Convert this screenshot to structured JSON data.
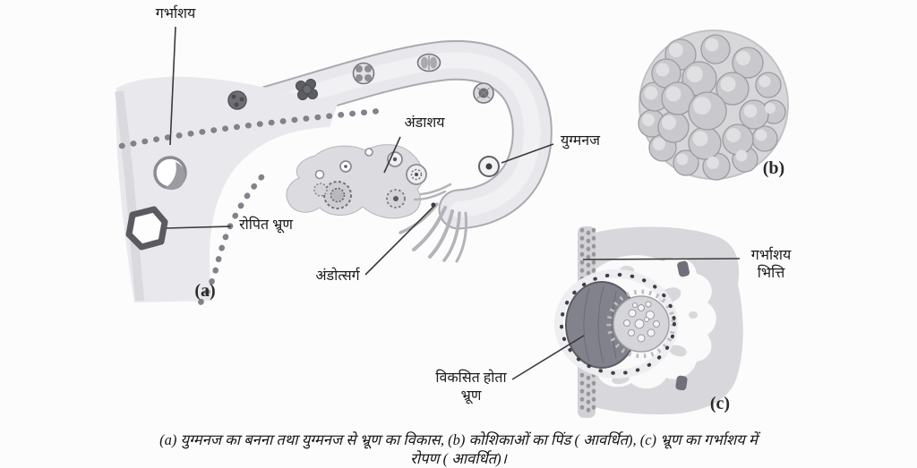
{
  "figure": {
    "panel_a": {
      "tag": "(a)",
      "labels": {
        "uterus": "गर्भाशय",
        "ovary": "अंडाशय",
        "zygote": "युग्मनज",
        "implanted_embryo": "रोपित भ्रूण",
        "ovulation": "अंडोत्सर्ग"
      }
    },
    "panel_b": {
      "tag": "(b)"
    },
    "panel_c": {
      "tag": "(c)",
      "labels": {
        "uterine_wall_line1": "गर्भाशय",
        "uterine_wall_line2": "भित्ति",
        "developing_embryo_line1": "विकसित होता",
        "developing_embryo_line2": "भ्रूण"
      }
    },
    "caption_line1": "(a) युग्मनज का बनना तथा युग्मनज से भ्रूण का विकास, (b) कोशिकाओं का पिंड ( आवर्धित), (c) भ्रूण का गर्भाशय में",
    "caption_line2": "रोपण ( आवर्धित)।"
  },
  "colors": {
    "background": "#fcfcfd",
    "tissue_light": "#e9e9ed",
    "tissue_mid": "#d8d8dc",
    "outline_gray": "#a9a9af",
    "cell_dark": "#6e6e75",
    "ink": "#1d1d1d",
    "leader_line": "#3a3a3a"
  }
}
